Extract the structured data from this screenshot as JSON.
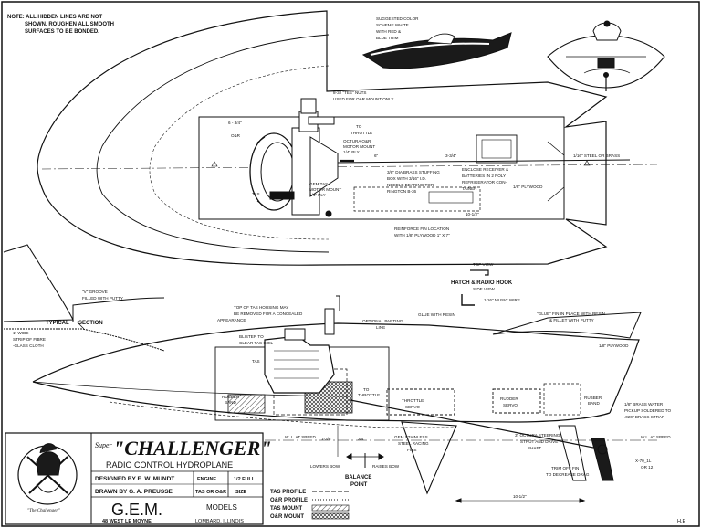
{
  "notes": {
    "line1": "NOTE:  ALL HIDDEN LINES ARE NOT",
    "line2": "SHOWN. ROUGHEN ALL SMOOTH",
    "line3": "SURFACES TO BE BONDED."
  },
  "color_scheme": {
    "line1": "SUGGESTED COLOR",
    "line2": "SCHEME WHITE",
    "line3": "WITH RED &",
    "line4": "BLUE TRIM"
  },
  "plan_labels": {
    "tee_nuts_1": "8-32 \"TEE\" NUTS",
    "tee_nuts_2": "USED FOR O&R MOUNT ONLY",
    "dim_6_3_4": "6 - 3/4\"",
    "or": "O&R",
    "to_throttle_1": "TO",
    "to_throttle_2": "THROTTLE",
    "octura_1": "OCTURA O&R",
    "octura_2": "MOTOR MOUNT",
    "octura_3": "1/4\" PLY",
    "dim_6": "6\"",
    "dim_3_3_4": "3-3/4\"",
    "enclose_1": "ENCLOSE RECEIVER &",
    "enclose_2": "BATTERIES IN 2 POLY",
    "enclose_3": "REFRIGERATOR CON-",
    "enclose_4": "TAINER",
    "plywood_plan": "1/8\" PLYWOOD",
    "steel_brass": "1/16\" STEEL OR BRASS",
    "tas": "TAS",
    "gem_tas_1": "GEM TAS",
    "gem_tas_2": "MOTOR MOUNT",
    "gem_tas_3": "1/4\" PLY",
    "stuffing_1": "3/8\" DIA BRASS STUFFING",
    "stuffing_2": "BOX WITH 3/16\" I.D.",
    "stuffing_3": "NEEDLE BEARING TOR-",
    "stuffing_4": "RINGTON B-36",
    "reinforce_1": "REINFORCE FIN LOCATION",
    "reinforce_2": "WITH 1/8\" PLYWOOD 1\" X 7\"",
    "dim_10_1_2_plan": "10-1/2\""
  },
  "section": {
    "title_1": "TYPICAL",
    "title_2": "SECTION",
    "vgroove_1": "\"V\" GROOVE",
    "vgroove_2": "FILLED WITH PUTTY",
    "fibre_1": "1\" WIDE",
    "fibre_2": "STRIP OF FIBRE",
    "fibre_3": "-GLASS CLOTH"
  },
  "hatch": {
    "top_view": "TOP VIEW",
    "title": "HATCH & RADIO HOOK",
    "side_view": "SIDE VIEW",
    "music_wire": "1/16\" MUSIC WIRE"
  },
  "profile_labels": {
    "tas_housing_1": "TOP OF TAS HOUSING MAY",
    "tas_housing_2": "BE REMOVED FOR A CONCEALED",
    "tas_housing_3": "APPEARANCE",
    "blister_1": "BLISTER TO",
    "blister_2": "CLEAR TAS COIL",
    "tas": "TAS",
    "optional_1": "OPTIONAL PARTING",
    "optional_2": "LINE",
    "glue_resin": "GLUE WITH RESIN",
    "glue_fin_1": "\"GLUE\" FIN IN PLACE WITH RESIN",
    "glue_fin_2": "& FILLET WITH PUTTY",
    "plywood_profile": "1/8\" PLYWOOD",
    "rubber_band_1": "RUBBER",
    "rubber_band_2": "BAND",
    "throttle_link_1": "TO",
    "throttle_link_2": "THROTTLE",
    "throttle_servo_1": "THROTTLE",
    "throttle_servo_2": "SERVO",
    "rudder_servo_1": "RUDDER",
    "rudder_servo_2": "SERVO",
    "rubber_band_3": "RUBBER",
    "rubber_band_4": "BAND",
    "water_1": "1/8\" BRASS WATER",
    "water_2": "PICKUP SOLDERED TO",
    "water_3": ".020\" BRASS STRAP",
    "strut_1": "3\" OCTURA STEERING",
    "strut_2": "STRUT AND DRIVE",
    "strut_3": "SHAFT",
    "trim_1": "TRIM OFF FIN",
    "trim_2": "TO DECREASE DRAG",
    "wl_left": "W. L. AT SPEED",
    "wl_right": "W.L. AT SPEED",
    "dim_1_3_8": "1-3/8\"",
    "dim_3_4": "3/4\"",
    "fins_1": "GEM STAINLESS",
    "fins_2": "STEEL RACING",
    "fins_3": "FINS",
    "lowers_bow": "LOWERS BOW",
    "raises_bow": "RAISES BOW",
    "balance_1": "BALANCE",
    "balance_2": "POINT",
    "prop_1": "X-70_1L",
    "prop_2": "OR 12",
    "dim_10_1_2": "10-1/2\""
  },
  "title_block": {
    "super": "Super",
    "name": "\"CHALLENGER\"",
    "subtitle": "RADIO CONTROL HYDROPLANE",
    "designed": "DESIGNED BY  E. W. MUNDT",
    "engine_label": "ENGINE",
    "scale": "1/2 FULL",
    "drawn": "DRAWN BY  G. A. PREUSSE",
    "engine_value": "TAS OR O&R",
    "size_label": "SIZE",
    "company": "G.E.M.",
    "models": "MODELS",
    "address": "48 WEST LE MOYNE",
    "city": "LOMBARD, ILLINOIS",
    "logo_text": "\"The Challenger\"",
    "initials": "H.E"
  },
  "legend": {
    "title": "",
    "items": [
      {
        "label": "TAS PROFILE",
        "style": "dash"
      },
      {
        "label": "O&R PROFILE",
        "style": "dot"
      },
      {
        "label": "TAS MOUNT",
        "style": "hatch"
      },
      {
        "label": "O&R MOUNT",
        "style": "cross"
      }
    ]
  },
  "colors": {
    "ink": "#111111",
    "paper": "#ffffff",
    "hull_dark": "#1a1a1a"
  }
}
